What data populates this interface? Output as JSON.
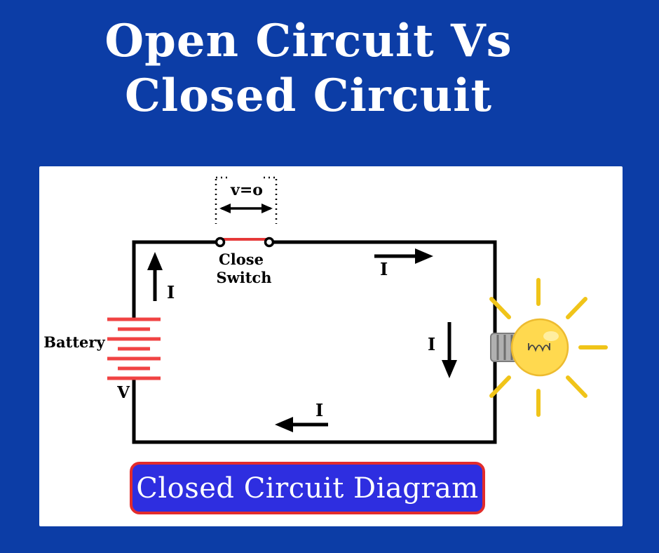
{
  "title": {
    "line1": "Open Circuit Vs",
    "line2": "Closed Circuit"
  },
  "diagram": {
    "switch": {
      "voltage_label": "v=o",
      "name_line1": "Close",
      "name_line2": "Switch"
    },
    "battery": {
      "label": "Battery",
      "voltage_label": "V"
    },
    "current": {
      "left": "I",
      "top": "I",
      "right": "I",
      "bottom": "I"
    },
    "caption": "Closed Circuit Diagram"
  },
  "colors": {
    "background_blue": "#0c3da6",
    "panel_white": "#ffffff",
    "wire_black": "#000000",
    "battery_red": "#f04343",
    "switch_red": "#e63939",
    "caption_fill_blue": "#2e2ee0",
    "caption_border_red": "#e22c2c",
    "caption_text_white": "#ffffff",
    "bulb_glass_yellow": "#ffd94f",
    "bulb_ray_yellow": "#f0c419",
    "bulb_base_gray": "#b0b0b0"
  }
}
